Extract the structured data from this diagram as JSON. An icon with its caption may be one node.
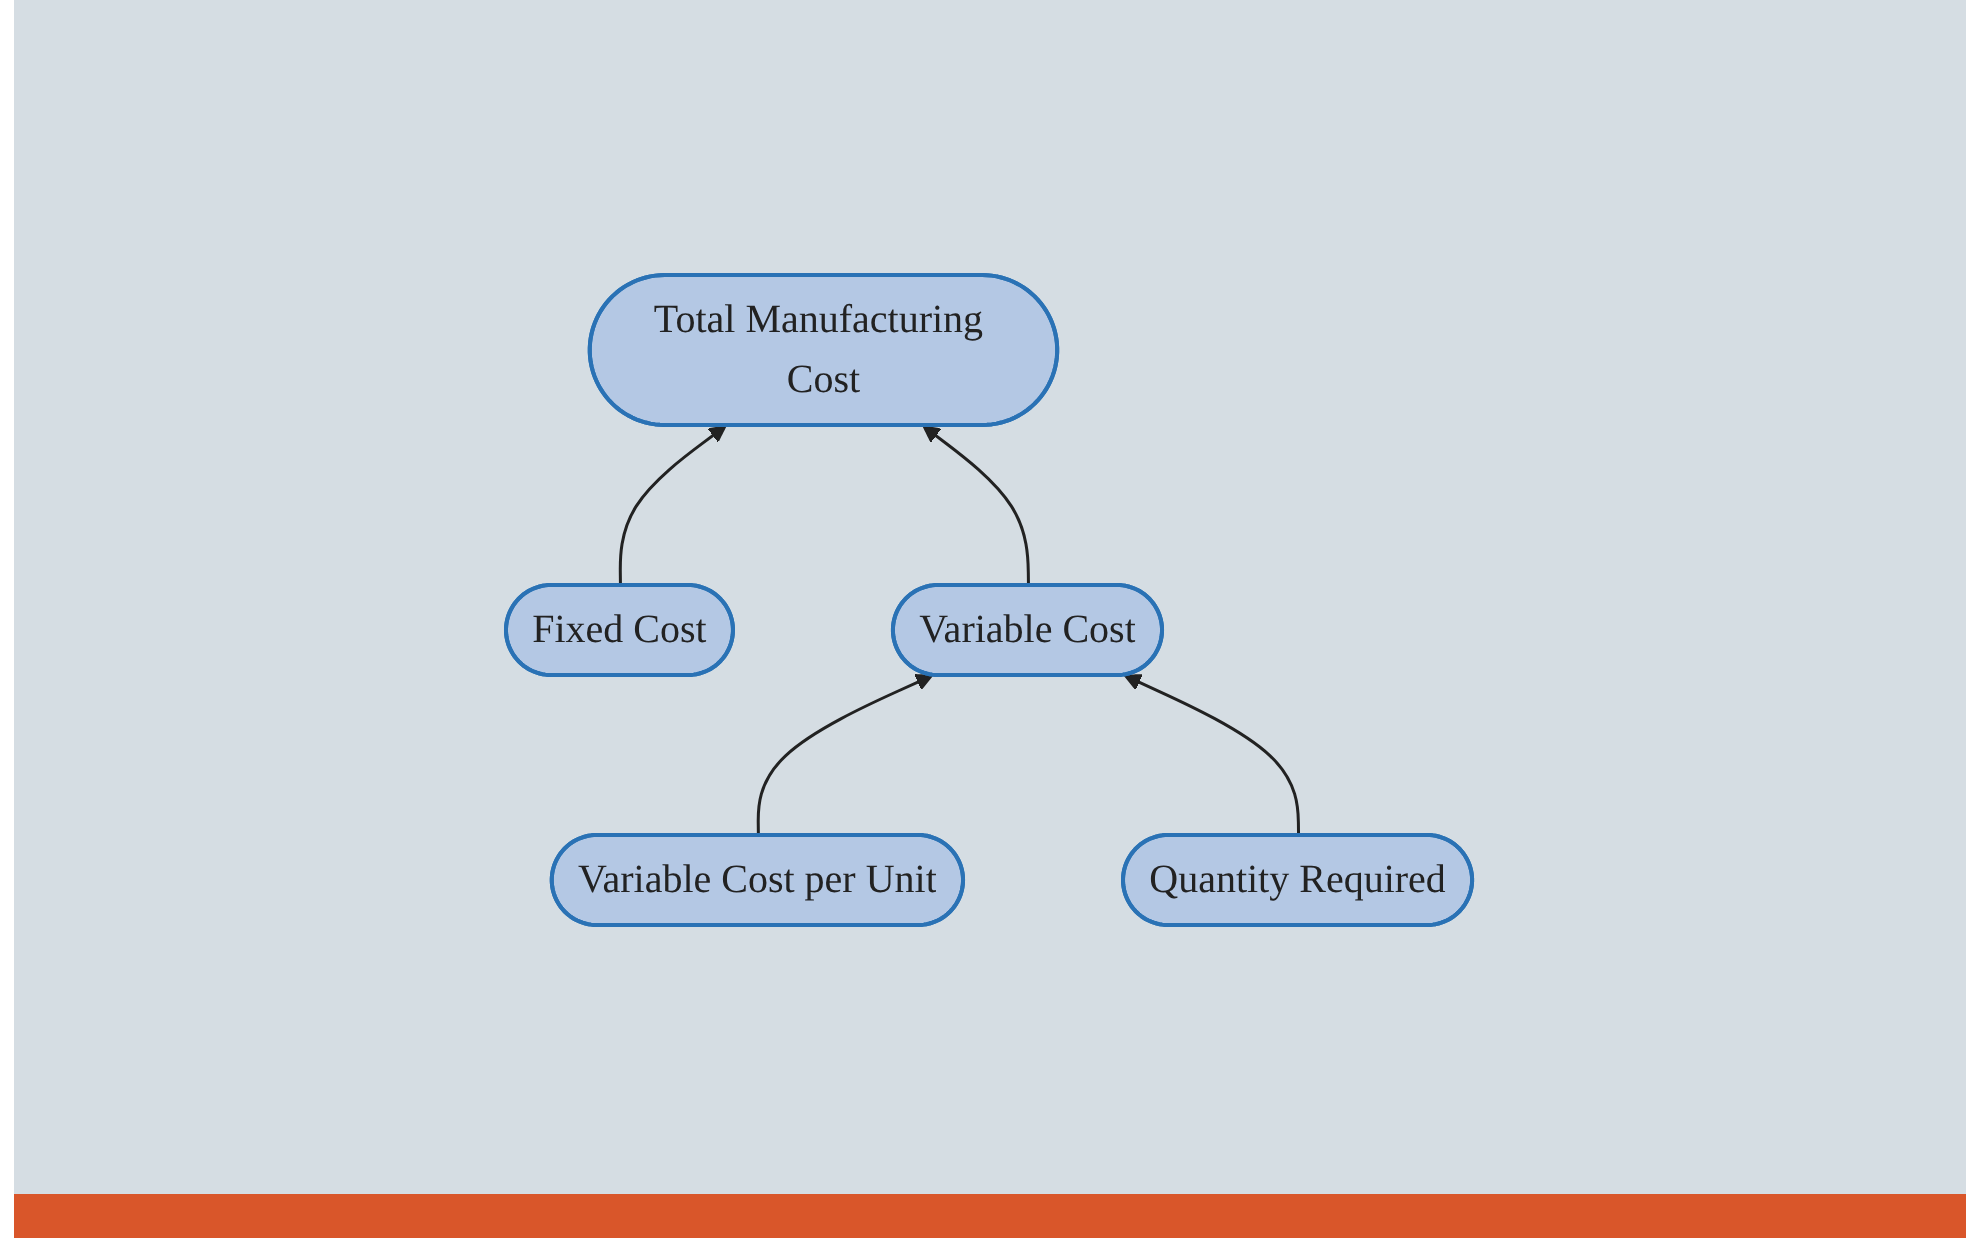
{
  "diagram": {
    "nodes": [
      {
        "text": [
          "Total Manufacturing Cost"
        ]
      },
      {
        "text": [
          "Fixed Cost"
        ]
      },
      {
        "text": [
          "Variable Cost"
        ]
      },
      {
        "text": [
          "Variable Cost per Unit"
        ]
      },
      {
        "text": [
          "Quantity Required"
        ]
      }
    ],
    "edges": [
      {
        "from": 1,
        "to": 0,
        "arrow": "to"
      },
      {
        "from": 2,
        "to": 0,
        "arrow": "to"
      },
      {
        "from": 3,
        "to": 2,
        "arrow": "to"
      },
      {
        "from": 4,
        "to": 2,
        "arrow": "to"
      }
    ]
  }
}
